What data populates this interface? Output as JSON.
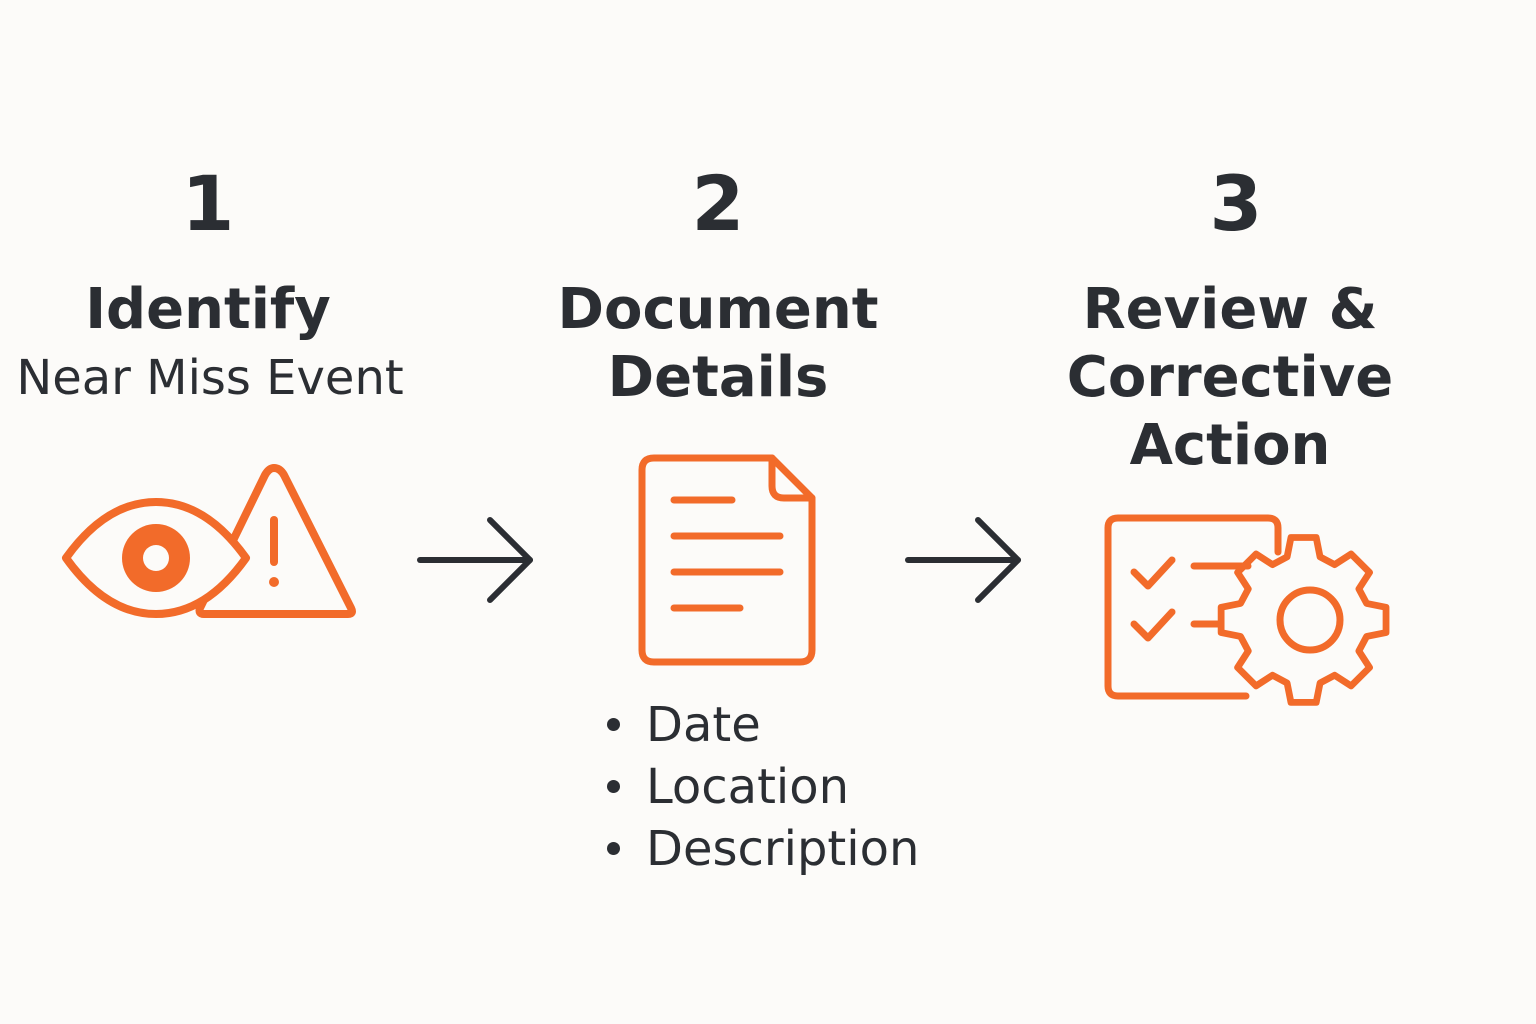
{
  "colors": {
    "accent": "#f26b2a",
    "text": "#2b2e33",
    "background": "#fcfbf9"
  },
  "steps": [
    {
      "number": "1",
      "title": "Identify",
      "subtitle": "Near Miss Event",
      "icon": "eye-warning-icon"
    },
    {
      "number": "2",
      "title_lines": [
        "Document",
        "Details"
      ],
      "icon": "document-icon",
      "bullets": [
        "Date",
        "Location",
        "Description"
      ]
    },
    {
      "number": "3",
      "title_lines": [
        "Review &",
        "Corrective",
        "Action"
      ],
      "icon": "checklist-gear-icon"
    }
  ],
  "connectors": [
    "arrow-right-icon",
    "arrow-right-icon"
  ]
}
